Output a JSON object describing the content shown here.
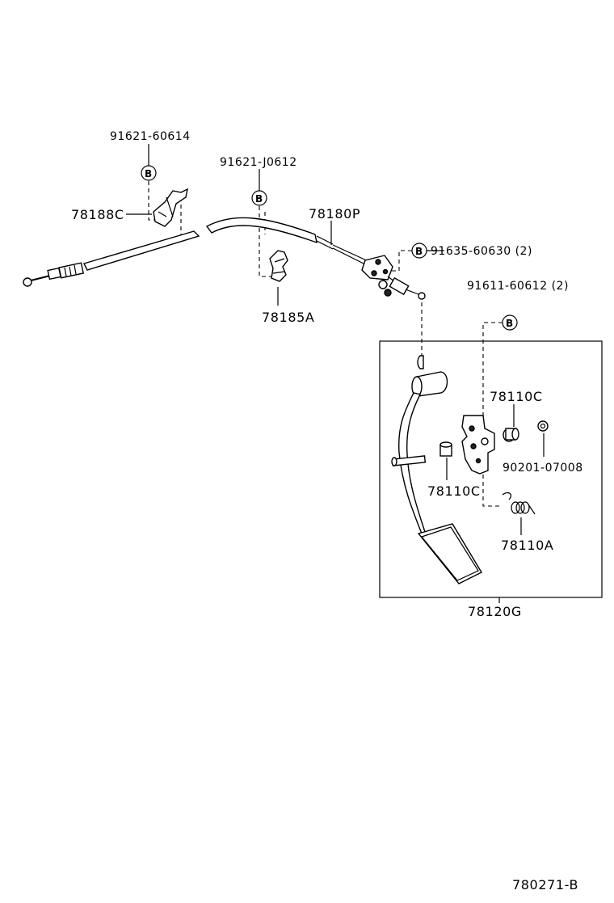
{
  "diagram": {
    "callout_symbol": "B",
    "labels": {
      "p91621_60614": "91621-60614",
      "p91621_J0612": "91621-J0612",
      "p78188C": "78188C",
      "p78180P": "78180P",
      "p91635_60630": "91635-60630 (2)",
      "p91611_60612": "91611-60612 (2)",
      "p78185A": "78185A",
      "p78110C_top": "78110C",
      "p78110C_bottom": "78110C",
      "p90201_07008": "90201-07008",
      "p78110A": "78110A",
      "p78120G": "78120G",
      "figure_id": "780271-B"
    }
  }
}
